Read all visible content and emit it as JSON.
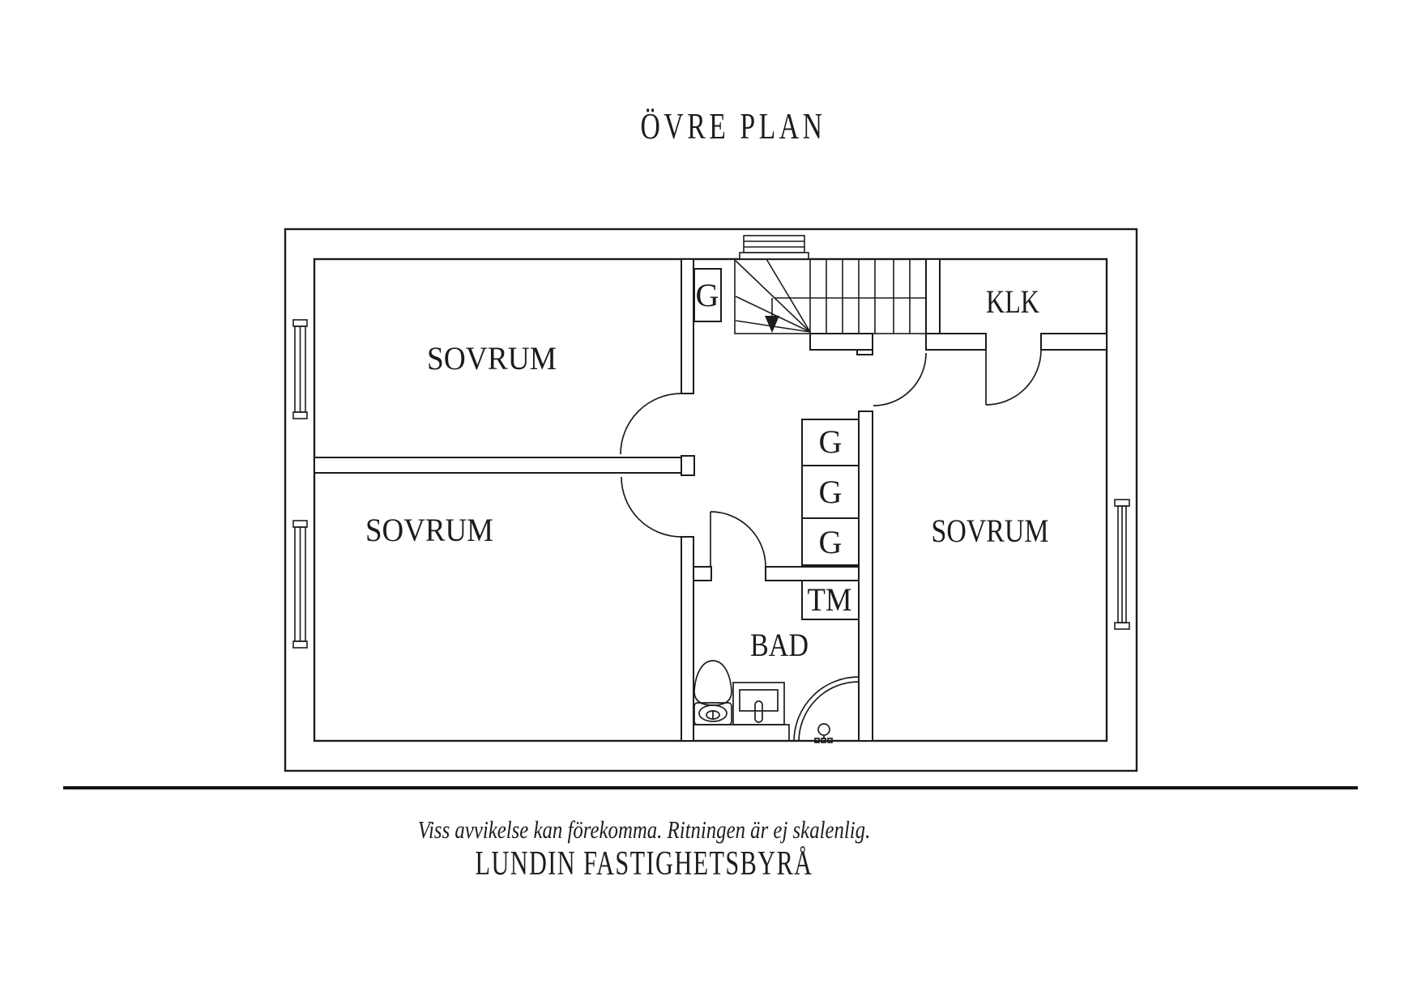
{
  "title": "ÖVRE PLAN",
  "plan": {
    "rooms": {
      "sovrum_top_left": "SOVRUM",
      "sovrum_bottom_left": "SOVRUM",
      "sovrum_right": "SOVRUM",
      "klk": "KLK",
      "bad": "BAD"
    },
    "fixtures": {
      "tm": "TM",
      "g_stair": "G",
      "g_1": "G",
      "g_2": "G",
      "g_3": "G"
    }
  },
  "footer": {
    "disclaimer": "Viss avvikelse kan förekomma. Ritningen är ej skalenlig.",
    "company": "LUNDIN FASTIGHETSBYRÅ"
  },
  "colors": {
    "line": "#1c1c1c",
    "background": "#ffffff",
    "divider_rule": "#111111"
  }
}
